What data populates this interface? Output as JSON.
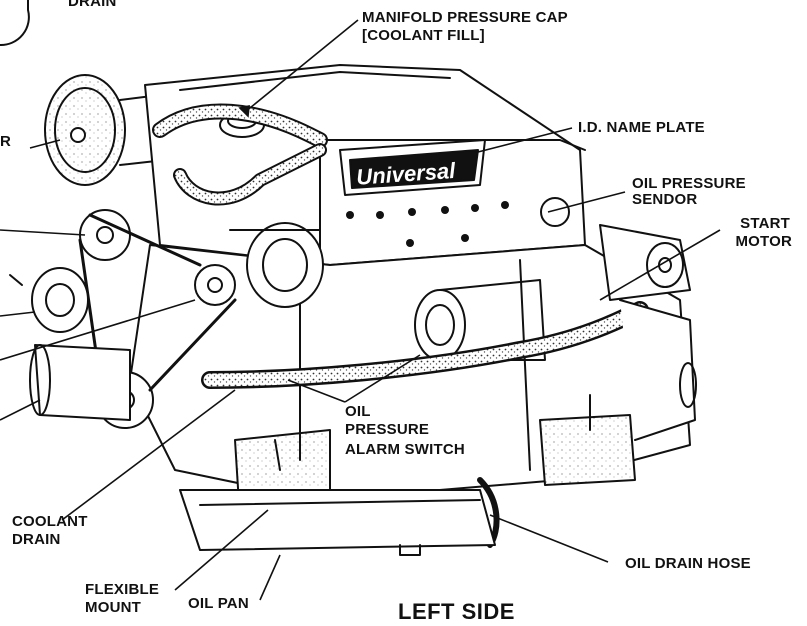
{
  "colors": {
    "ink": "#111111",
    "paper": "#ffffff",
    "hose_fill": "#d9d9d9"
  },
  "brand": "Universal",
  "figure_title": "LEFT SIDE",
  "labels": {
    "drain_top": "DRAIN",
    "manifold_cap_1": "MANIFOLD PRESSURE CAP",
    "manifold_cap_2": "[COOLANT FILL]",
    "id_name_plate": "I.D. NAME PLATE",
    "oil_pressure_sendor_1": "OIL PRESSURE",
    "oil_pressure_sendor_2": "SENDOR",
    "start_motor_1": "START",
    "start_motor_2": "MOTOR",
    "oil_alarm_1": "OIL",
    "oil_alarm_2": "PRESSURE",
    "oil_alarm_3": "ALARM SWITCH",
    "coolant_drain_1": "COOLANT",
    "coolant_drain_2": "DRAIN",
    "flexible_mount_1": "FLEXIBLE",
    "flexible_mount_2": "MOUNT",
    "oil_pan": "OIL PAN",
    "oil_drain_hose": "OIL DRAIN HOSE",
    "left_cut_r": "R"
  }
}
